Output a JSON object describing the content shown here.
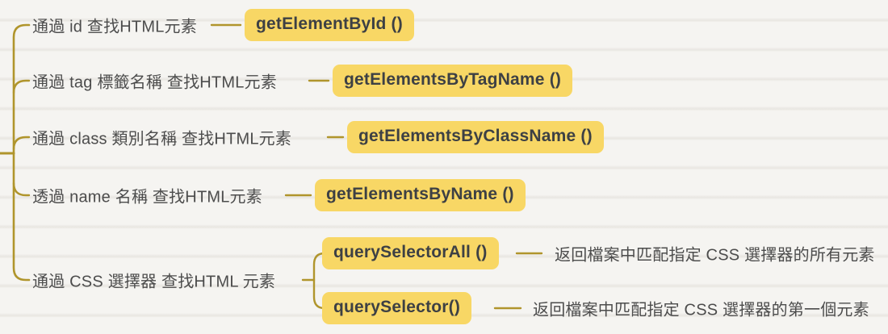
{
  "diagram": {
    "topic": "DOM element finding methods mind map",
    "colors": {
      "background": "#f5f4f1",
      "ruled_line": "#e9e7e2",
      "branch_line": "#b0952c",
      "node_bg": "#f8d765",
      "node_text": "#3d4044",
      "label_text": "#4c4c4c"
    },
    "branches": [
      {
        "label": "通過 id 查找HTML元素",
        "method": "getElementById ()"
      },
      {
        "label": "通過 tag 標籤名稱 查找HTML元素",
        "method": "getElementsByTagName ()"
      },
      {
        "label": "通過 class 類別名稱 查找HTML元素",
        "method": "getElementsByClassName ()"
      },
      {
        "label": "透過 name 名稱 查找HTML元素",
        "method": "getElementsByName ()"
      },
      {
        "label": "通過 CSS 選擇器 查找HTML 元素",
        "children": [
          {
            "method": "querySelectorAll ()",
            "description": "返回檔案中匹配指定 CSS 選擇器的所有元素"
          },
          {
            "method": "querySelector()",
            "description": "返回檔案中匹配指定 CSS 選擇器的第一個元素"
          }
        ]
      }
    ]
  }
}
